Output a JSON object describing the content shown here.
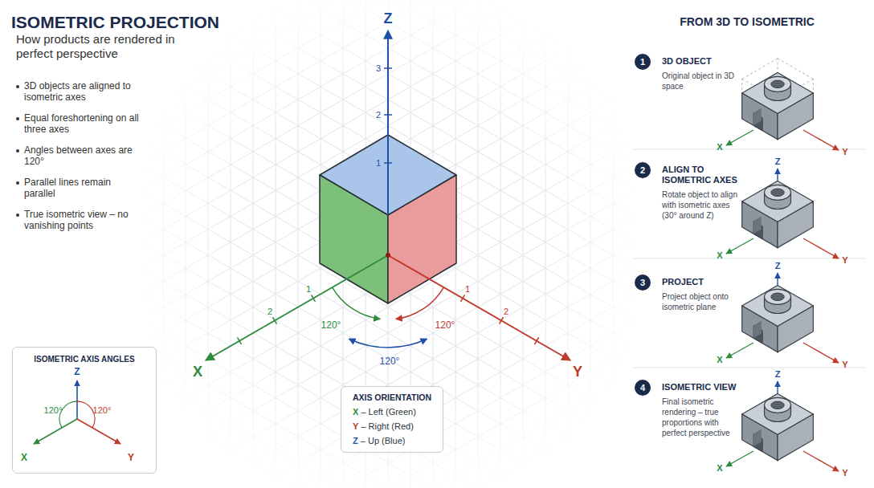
{
  "diagram": {
    "title": "ISOMETRIC PROJECTION",
    "nodes": [
      {
        "text": [
          "ISOMETRIC AXIS ANGLES"
        ]
      },
      {
        "text": [
          "AXIS ORIENTATION",
          "X – Left (Green)",
          "Y – Right (Red)",
          "Z – Up (Blue)"
        ]
      },
      {
        "text": [
          "3D OBJECT",
          "Original object in 3D space"
        ]
      },
      {
        "text": [
          "1"
        ],
        "in": 2
      },
      {
        "text": [
          "ALIGN TO ISOMETRIC AXES",
          "Rotate object to align with isometric axes (30° around Z)"
        ]
      },
      {
        "text": [
          "2"
        ],
        "in": 4
      },
      {
        "text": [
          "PROJECT",
          "Project object onto isometric plane"
        ]
      },
      {
        "text": [
          "3"
        ],
        "in": 6
      },
      {
        "text": [
          "ISOMETRIC VIEW",
          "Final isometric rendering – true proportions with perfect perspective"
        ]
      },
      {
        "text": [
          "4"
        ],
        "in": 8
      }
    ],
    "labels": [
      "How products are rendered in perfect perspective",
      "3D objects are aligned to isometric axes",
      "Equal foreshortening on all three axes",
      "Angles between axes are 120°",
      "Parallel lines remain parallel",
      "True isometric view – no vanishing points",
      "Z",
      "3",
      "2",
      "1",
      "1",
      "2",
      "X",
      "1",
      "2",
      "Y",
      "120°",
      "120°",
      "120°",
      "FROM 3D TO ISOMETRIC",
      "X",
      "Y",
      "Z",
      "X",
      "Y",
      "Z",
      "X",
      "Y",
      "Z",
      "X",
      "Y",
      "Z",
      "120°",
      "120°",
      "X",
      "Y"
    ]
  }
}
